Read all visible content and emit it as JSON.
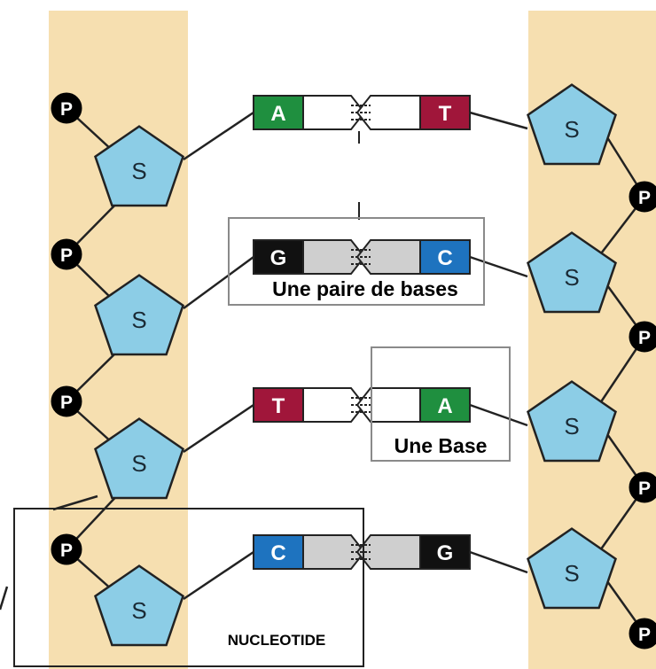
{
  "colors": {
    "backbone": "#f6dfb0",
    "sugar": "#8ccde6",
    "phosphate": "#000000",
    "A": "#1f8f3f",
    "T": "#a0163a",
    "G": "#111111",
    "C": "#1e73bf",
    "base_body": "#ffffff",
    "base_body_alt": "#cfcfcf"
  },
  "labels": {
    "sugar": "S",
    "phosphate": "P",
    "base_pair": "Une paire de bases",
    "base": "Une Base",
    "nucleotide": "NUCLEOTIDE"
  },
  "pairs": [
    {
      "left": "A",
      "right": "T",
      "style": "white"
    },
    {
      "left": "G",
      "right": "C",
      "style": "gray"
    },
    {
      "left": "T",
      "right": "A",
      "style": "white"
    },
    {
      "left": "C",
      "right": "G",
      "style": "gray"
    }
  ]
}
